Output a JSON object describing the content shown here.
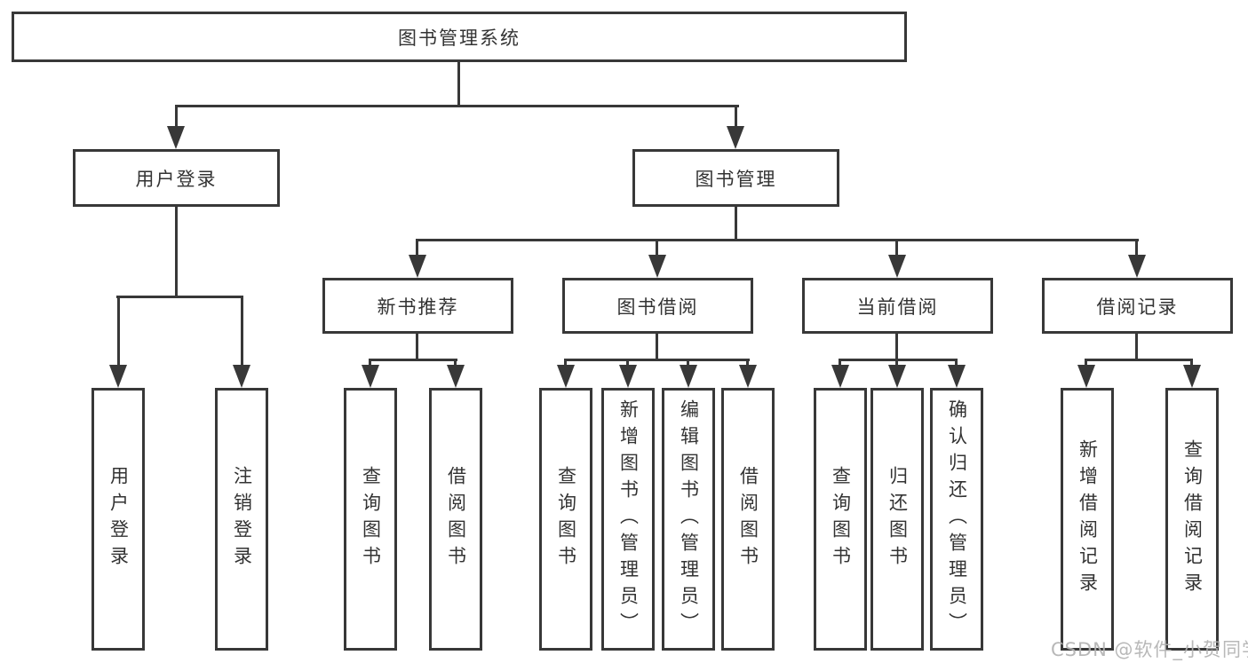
{
  "tree": {
    "root": {
      "label": "图书管理系统",
      "children": [
        {
          "label": "用户登录",
          "children": [
            {
              "label": "用户登录"
            },
            {
              "label": "注销登录"
            }
          ]
        },
        {
          "label": "图书管理",
          "children": [
            {
              "label": "新书推荐",
              "children": [
                {
                  "label": "查询图书"
                },
                {
                  "label": "借阅图书"
                }
              ]
            },
            {
              "label": "图书借阅",
              "children": [
                {
                  "label": "查询图书"
                },
                {
                  "label": "新增图书（管理员）"
                },
                {
                  "label": "编辑图书（管理员）"
                },
                {
                  "label": "借阅图书"
                }
              ]
            },
            {
              "label": "当前借阅",
              "children": [
                {
                  "label": "查询图书"
                },
                {
                  "label": "归还图书"
                },
                {
                  "label": "确认归还（管理员）"
                }
              ]
            },
            {
              "label": "借阅记录",
              "children": [
                {
                  "label": "新增借阅记录"
                },
                {
                  "label": "查询借阅记录"
                }
              ]
            }
          ]
        }
      ]
    },
    "watermark": "CSDN @软件_小贺同学",
    "colors": {
      "line": "#383838",
      "text": "#333333",
      "box_background": "#ffffff",
      "watermark": "#b2b2b2"
    }
  }
}
